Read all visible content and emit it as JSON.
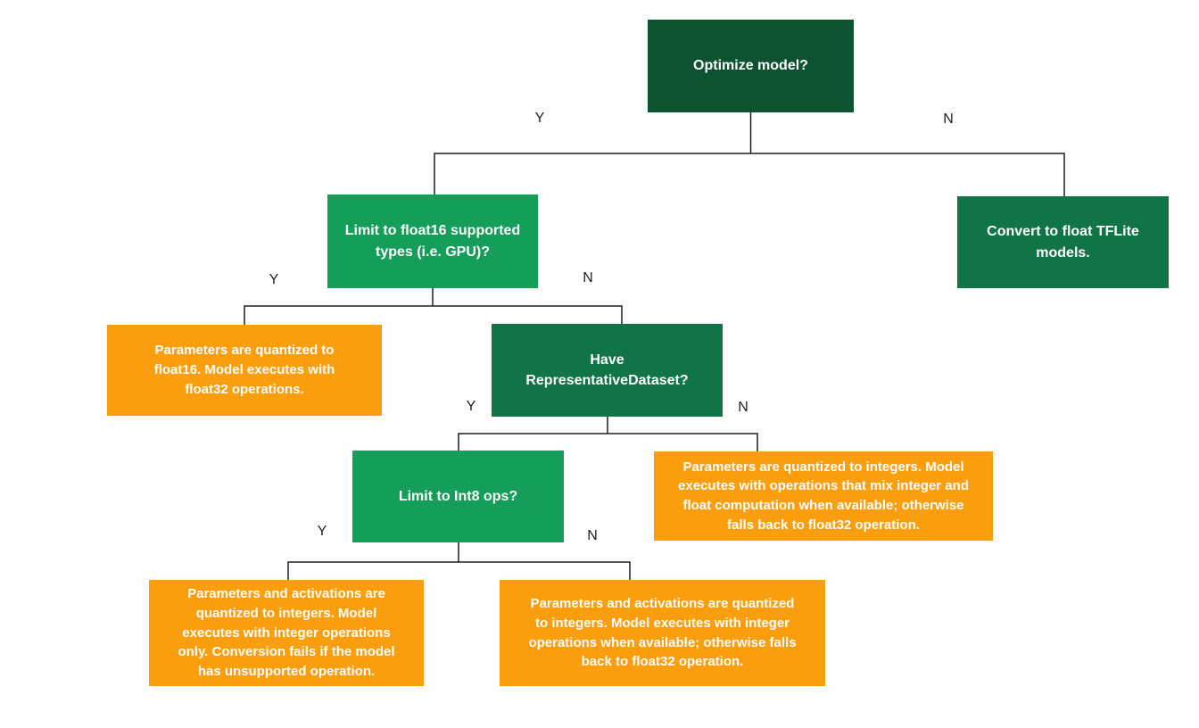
{
  "colors": {
    "dark_green": "#0d5231",
    "mid_green": "#107446",
    "light_green": "#149e59",
    "orange": "#fa9e0d",
    "line": "#1f1f1f",
    "bg": "#fdfdfd",
    "box_text": "#ffffff"
  },
  "nodes": {
    "optimize": {
      "label": "Optimize model?"
    },
    "float16": {
      "label": "Limit to float16 supported types (i.e. GPU)?"
    },
    "convert_float": {
      "label": "Convert to float TFLite models."
    },
    "quant_float16": {
      "label": "Parameters are quantized to float16. Model executes with float32 operations."
    },
    "rep_dataset": {
      "label": "Have RepresentativeDataset?"
    },
    "int8_ops": {
      "label": "Limit to Int8 ops?"
    },
    "quant_mixed": {
      "label": "Parameters are quantized to integers. Model executes with operations that mix integer and float computation when available; otherwise falls back to float32 operation."
    },
    "quant_int_only": {
      "label": "Parameters and activations are quantized to integers. Model executes with integer operations only. Conversion fails if the model has unsupported operation."
    },
    "quant_int_fallback": {
      "label": "Parameters and activations are quantized to integers. Model executes with integer operations when available; otherwise falls back to float32 operation."
    }
  },
  "branch_labels": {
    "optimize_yes": "Y",
    "optimize_no": "N",
    "float16_yes": "Y",
    "float16_no": "N",
    "rep_dataset_yes": "Y",
    "rep_dataset_no": "N",
    "int8_yes": "Y",
    "int8_no": "N"
  }
}
